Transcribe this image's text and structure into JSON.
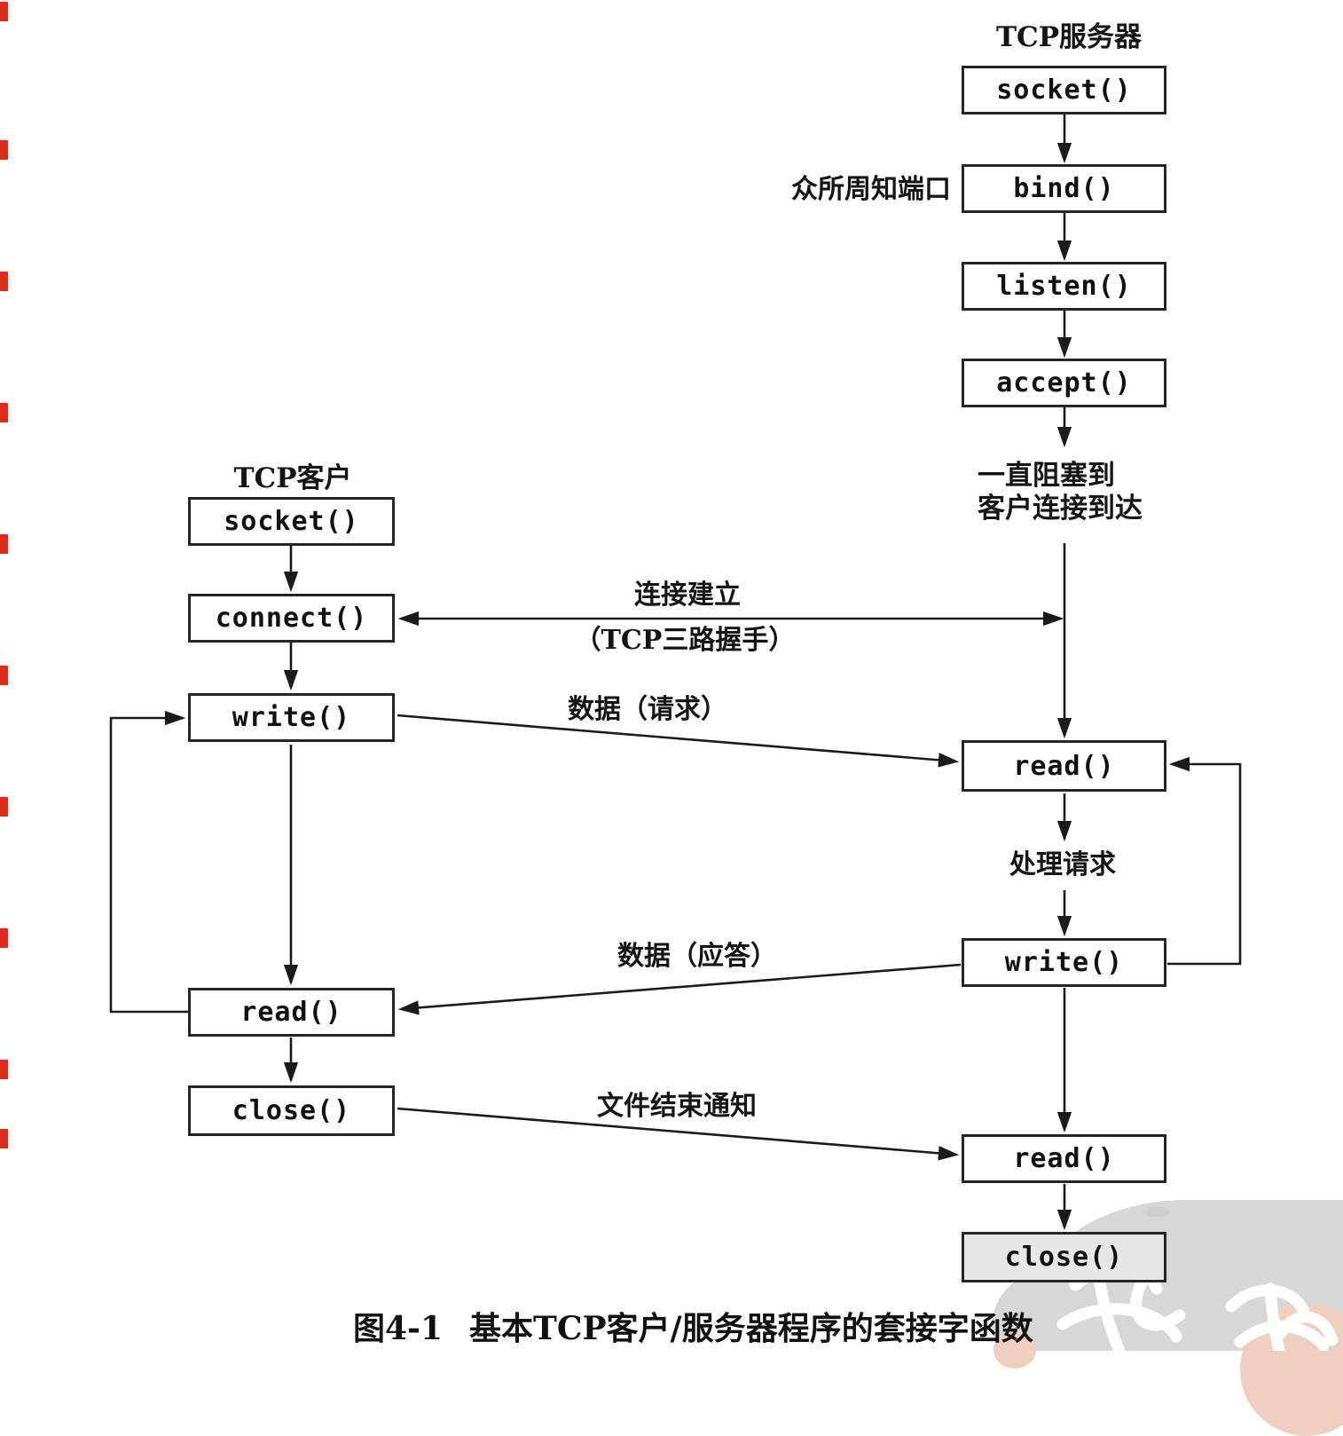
{
  "figure": {
    "number": "图4-1",
    "title": "基本TCP客户/服务器程序的套接字函数"
  },
  "client": {
    "title": "TCP客户",
    "socket": "socket()",
    "connect": "connect()",
    "write": "write()",
    "read": "read()",
    "close": "close()"
  },
  "server": {
    "title": "TCP服务器",
    "socket": "socket()",
    "bind": "bind()",
    "listen": "listen()",
    "accept": "accept()",
    "read_request": "read()",
    "write_reply": "write()",
    "read_eof": "read()",
    "close": "close()",
    "well_known_port": "众所周知端口",
    "block_line1": "一直阻塞到",
    "block_line2": "客户连接到达",
    "process_request": "处理请求"
  },
  "connections": {
    "established": "连接建立",
    "established_sub": "（TCP三路握手）",
    "data_request": "数据（请求）",
    "data_reply": "数据（应答）",
    "eof_notice": "文件结束通知"
  },
  "colors": {
    "ink": "#1b1b1b",
    "watermark_gray": "#d7d7d7",
    "watermark_peach": "#efcfc0",
    "scan_mark_red": "#dd2b1c"
  }
}
